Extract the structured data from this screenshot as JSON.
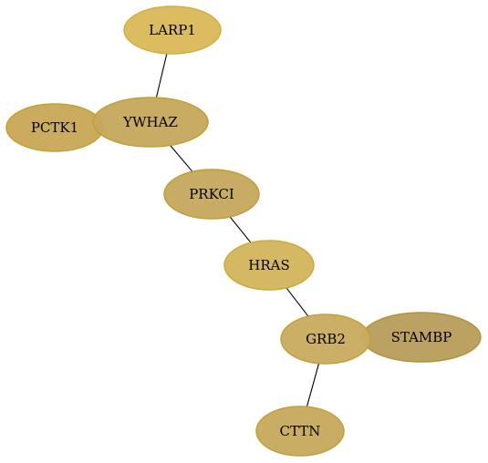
{
  "graph": {
    "nodes": [
      {
        "id": "LARP1",
        "label": "LARP1",
        "fill": "#d9b858",
        "stroke": "#d2af3c"
      },
      {
        "id": "PCTK1",
        "label": "PCTK1",
        "fill": "#c8a855",
        "stroke": "#c2a032"
      },
      {
        "id": "YWHAZ",
        "label": "YWHAZ",
        "fill": "#c6a85c",
        "stroke": "#c0a036"
      },
      {
        "id": "PRKCI",
        "label": "PRKCI",
        "fill": "#c5a75d",
        "stroke": "#bf9f38"
      },
      {
        "id": "HRAS",
        "label": "HRAS",
        "fill": "#d3b45b",
        "stroke": "#ccab3c"
      },
      {
        "id": "GRB2",
        "label": "GRB2",
        "fill": "#c9ab5f",
        "stroke": "#c2a23a"
      },
      {
        "id": "STAMBP",
        "label": "STAMBP",
        "fill": "#b79d5b",
        "stroke": "#b0943c"
      },
      {
        "id": "CTTN",
        "label": "CTTN",
        "fill": "#c7a95c",
        "stroke": "#c0a038"
      }
    ],
    "edges": [
      {
        "source": "LARP1",
        "target": "YWHAZ"
      },
      {
        "source": "YWHAZ",
        "target": "PRKCI"
      },
      {
        "source": "PRKCI",
        "target": "HRAS"
      },
      {
        "source": "HRAS",
        "target": "GRB2"
      },
      {
        "source": "GRB2",
        "target": "CTTN"
      }
    ]
  }
}
